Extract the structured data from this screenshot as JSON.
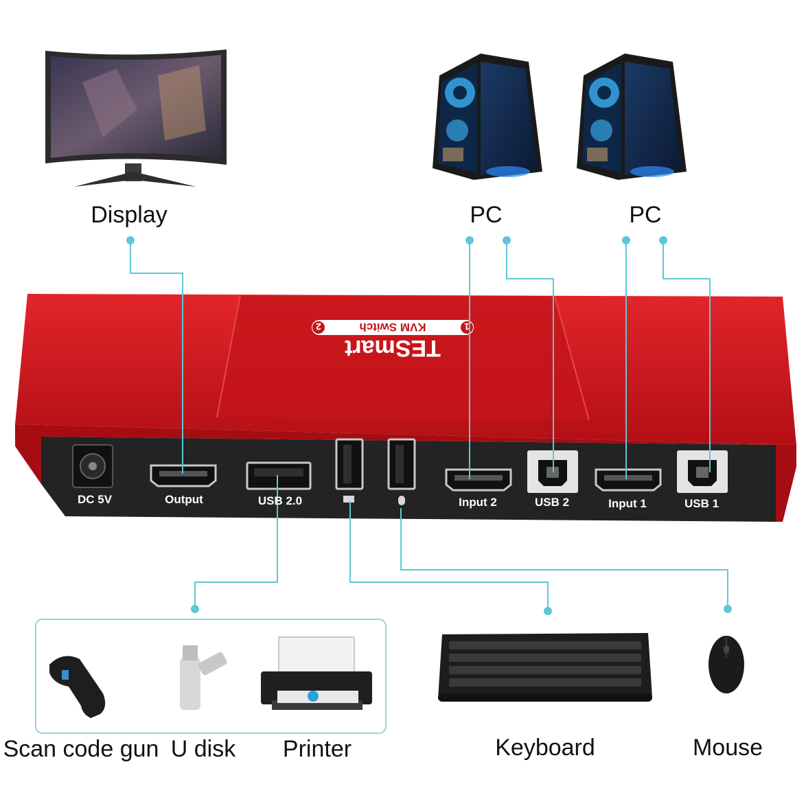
{
  "devices": {
    "display": {
      "label": "Display"
    },
    "pc_left": {
      "label": "PC"
    },
    "pc_right": {
      "label": "PC"
    },
    "scanner": {
      "label": "Scan code gun"
    },
    "udisk": {
      "label": "U disk"
    },
    "printer": {
      "label": "Printer"
    },
    "keyboard": {
      "label": "Keyboard"
    },
    "mouse": {
      "label": "Mouse"
    }
  },
  "switch": {
    "brand": "TESmart",
    "model": "KVM Switch",
    "led_1": "1",
    "led_2": "2",
    "ports": {
      "dc": "DC 5V",
      "output": "Output",
      "usb20": "USB 2.0",
      "input2": "Input 2",
      "usb2": "USB 2",
      "input1": "Input 1",
      "usb1": "USB 1"
    }
  },
  "colors": {
    "case_red": "#d0141c",
    "case_dark_red": "#a50d13",
    "panel": "#232323",
    "connector_line": "#5ec7d6",
    "group_border": "#8fd6e0"
  }
}
